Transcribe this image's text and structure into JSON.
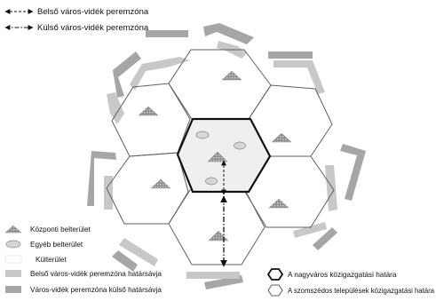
{
  "legend_top": {
    "inner_fringe": "Belső város-vidék peremzóna",
    "outer_fringe": "Külső város-vidék peremzóna"
  },
  "legend_left": {
    "central_builtup": "Központi belterület",
    "other_builtup": "Egyéb belterület",
    "outer_area": "Külterület",
    "inner_fringe_belt": "Belső város-vidék peremzóna határsávja",
    "outer_fringe_belt": "Város-vidék peremzóna külső határsávja"
  },
  "legend_right": {
    "city_boundary": "A nagyváros közigazgatási határa",
    "neighbour_boundary": "A szomszédos települések közigazgatási határa"
  },
  "colors": {
    "inner_belt": "#c8c8c8",
    "outer_belt": "#a6a6a6",
    "center_fill": "#efefef",
    "hex_stroke": "#606060",
    "center_stroke": "#111111"
  },
  "icons": {
    "triangle": "pattern-triangle-icon",
    "ellipse": "ellipse-icon",
    "hexagon": "hexagon-outline-icon"
  }
}
